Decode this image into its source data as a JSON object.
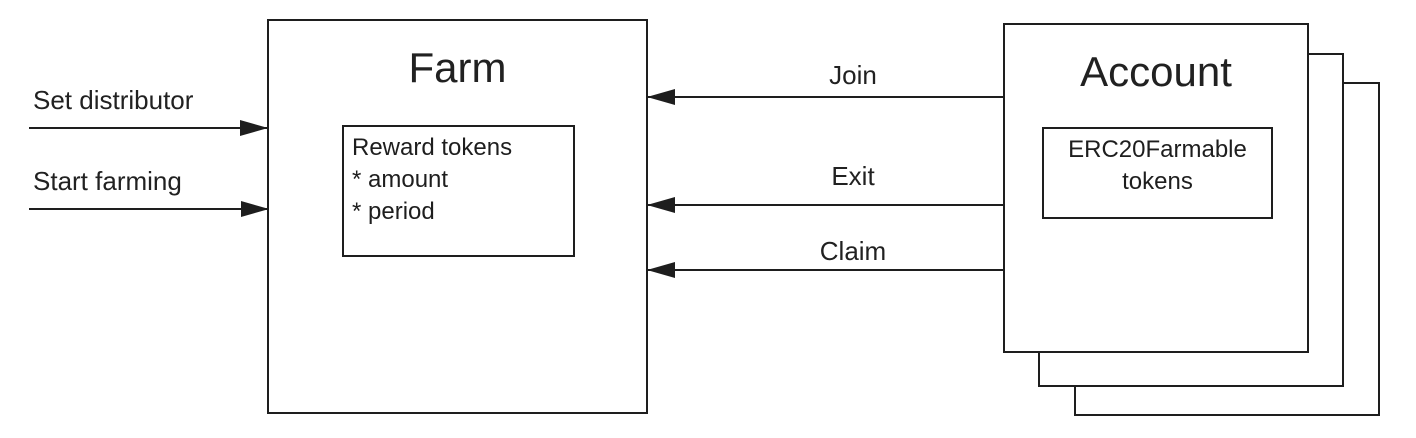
{
  "diagram": {
    "farm": {
      "title": "Farm",
      "reward_box": {
        "line1": "Reward tokens",
        "line2": "* amount",
        "line3": "* period"
      }
    },
    "account": {
      "title": "Account",
      "stack_count": 3,
      "token_box": {
        "line1": "ERC20Farmable",
        "line2": "tokens"
      }
    },
    "admin_actions": [
      {
        "label": "Set distributor",
        "direction": "into-farm"
      },
      {
        "label": "Start farming",
        "direction": "into-farm"
      }
    ],
    "account_actions": [
      {
        "label": "Join",
        "direction": "account-to-farm"
      },
      {
        "label": "Exit",
        "direction": "account-to-farm"
      },
      {
        "label": "Claim",
        "direction": "account-to-farm"
      }
    ],
    "colors": {
      "stroke": "#1e1e1e",
      "background": "#ffffff"
    }
  }
}
